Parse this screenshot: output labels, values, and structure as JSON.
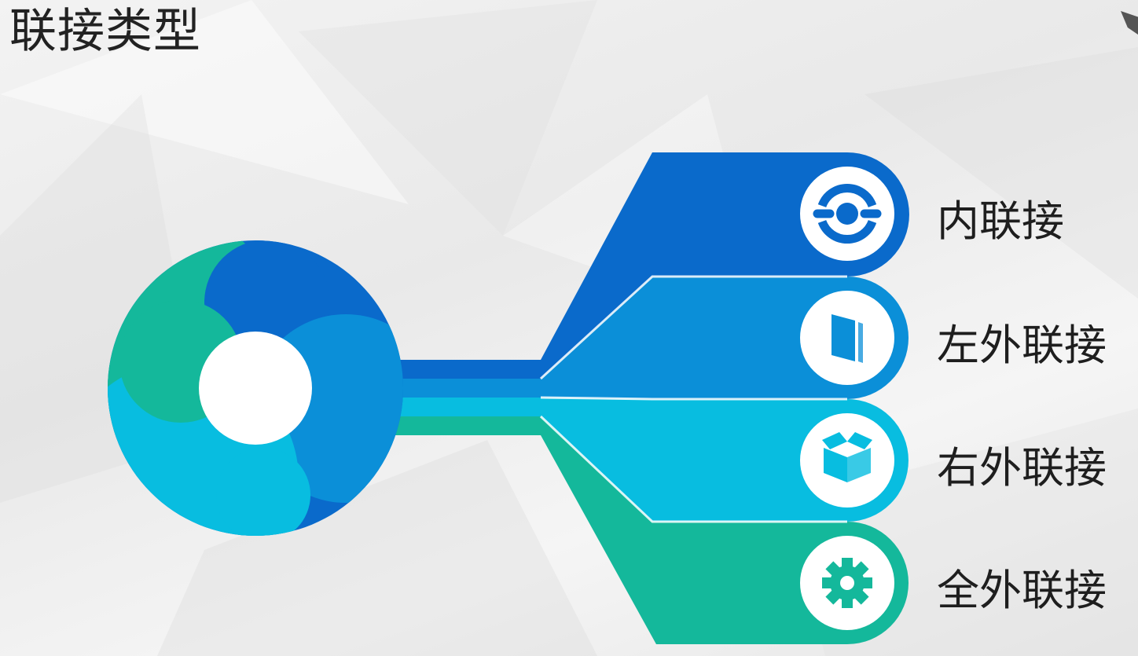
{
  "title": "联接类型",
  "colors": {
    "blue_dark": "#0a6acb",
    "blue_mid": "#0b8fd8",
    "cyan": "#08bde0",
    "green": "#14b89b",
    "white": "#ffffff"
  },
  "items": [
    {
      "label": "内联接",
      "icon": "sync-icon",
      "color": "#0a6acb"
    },
    {
      "label": "左外联接",
      "icon": "book-icon",
      "color": "#0b8fd8"
    },
    {
      "label": "右外联接",
      "icon": "box-icon",
      "color": "#08bde0"
    },
    {
      "label": "全外联接",
      "icon": "gear-icon",
      "color": "#14b89b"
    }
  ]
}
